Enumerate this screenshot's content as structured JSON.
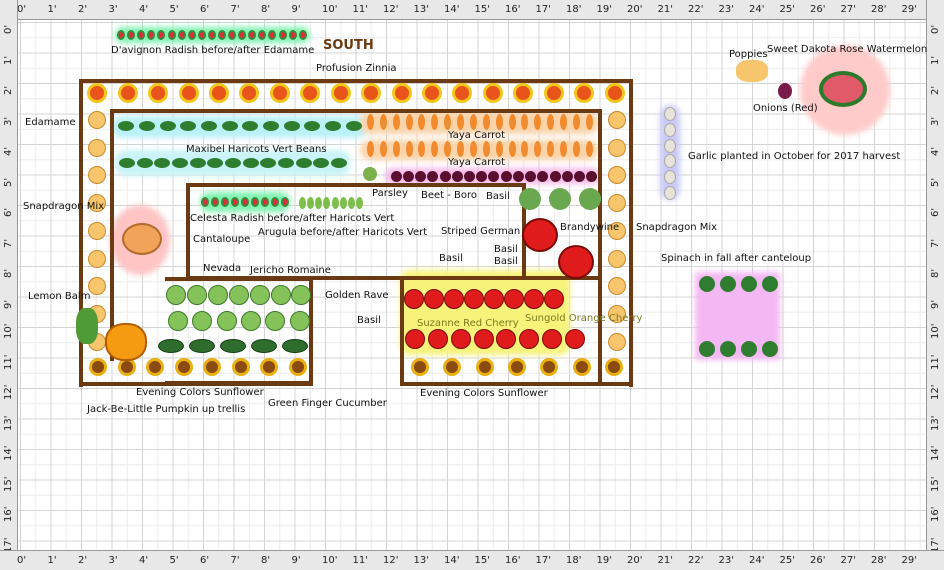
{
  "ruler": {
    "x_labels": [
      "0'",
      "1'",
      "2'",
      "3'",
      "4'",
      "5'",
      "6'",
      "7'",
      "8'",
      "9'",
      "10'",
      "11'",
      "12'",
      "13'",
      "14'",
      "15'",
      "16'",
      "17'",
      "18'",
      "19'",
      "20'",
      "21'",
      "22'",
      "23'",
      "24'",
      "25'",
      "26'",
      "27'",
      "28'",
      "29'"
    ],
    "y_labels": [
      "0'",
      "1'",
      "2'",
      "3'",
      "4'",
      "5'",
      "6'",
      "7'",
      "8'",
      "9'",
      "10'",
      "11'",
      "12'",
      "13'",
      "14'",
      "15'",
      "16'",
      "17'"
    ]
  },
  "compass": "SOUTH",
  "labels": {
    "davignon": "D'avignon Radish before/after Edamame",
    "zinnia": "Profusion Zinnia",
    "edamame": "Edamame",
    "beans": "Maxibel Haricots Vert Beans",
    "carrot1": "Yaya Carrot",
    "carrot2": "Yaya Carrot",
    "parsley": "Parsley",
    "beet": "Beet - Boro",
    "basil1": "Basil",
    "snap1": "Snapdragon Mix",
    "snap2": "Snapdragon Mix",
    "celesta": "Celesta Radish before/after Haricots Vert",
    "arugula": "Arugula before/after Haricots Vert",
    "striped": "Striped German",
    "brandywine": "Brandywine",
    "cantaloupe": "Cantaloupe",
    "basil2": "Basil",
    "basil3": "Basil",
    "basil4": "Basil",
    "basil5": "Basil",
    "spinach": "Spinach in fall after canteloup",
    "nevada": "Nevada",
    "jericho": "Jericho Romaine",
    "lemonbalm": "Lemon Balm",
    "goldenrave": "Golden Rave",
    "suzanne": "Suzanne Red Cherry",
    "sungold": "Sungold Orange Cherry",
    "sunflower1": "Evening Colors Sunflower",
    "sunflower2": "Evening Colors Sunflower",
    "cucumber": "Green Finger Cucumber",
    "pumpkin": "Jack-Be-Little Pumpkin up trellis",
    "poppies": "Poppies",
    "watermelon": "Sweet Dakota Rose Watermelon",
    "onions": "Onions (Red)",
    "garlic": "Garlic planted in October for 2017 harvest"
  },
  "colors": {
    "bed_border": "#6b3a12",
    "tomato": "#e01b1b",
    "carrot": "#f28a2e",
    "beet": "#5a0f2e",
    "leaf": "#2f7d2f",
    "zinnia": "#e8541a",
    "snapdragon": "#f7c56b",
    "sunflower": "#e8b010"
  }
}
